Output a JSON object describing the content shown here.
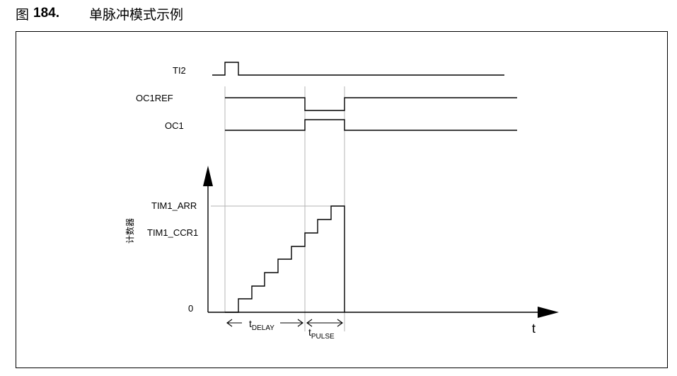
{
  "figure": {
    "number_prefix": "图",
    "number": "184.",
    "title": "单脉冲模式示例"
  },
  "signals": {
    "ti2": "TI2",
    "oc1ref": "OC1REF",
    "oc1": "OC1"
  },
  "counter": {
    "axis_label": "计数器",
    "arr_label": "TIM1_ARR",
    "ccr1_label": "TIM1_CCR1",
    "zero_label": "0",
    "time_label": "t"
  },
  "timing": {
    "delay_base": "t",
    "delay_sub": "DELAY",
    "pulse_base": "t",
    "pulse_sub": "PULSE"
  }
}
